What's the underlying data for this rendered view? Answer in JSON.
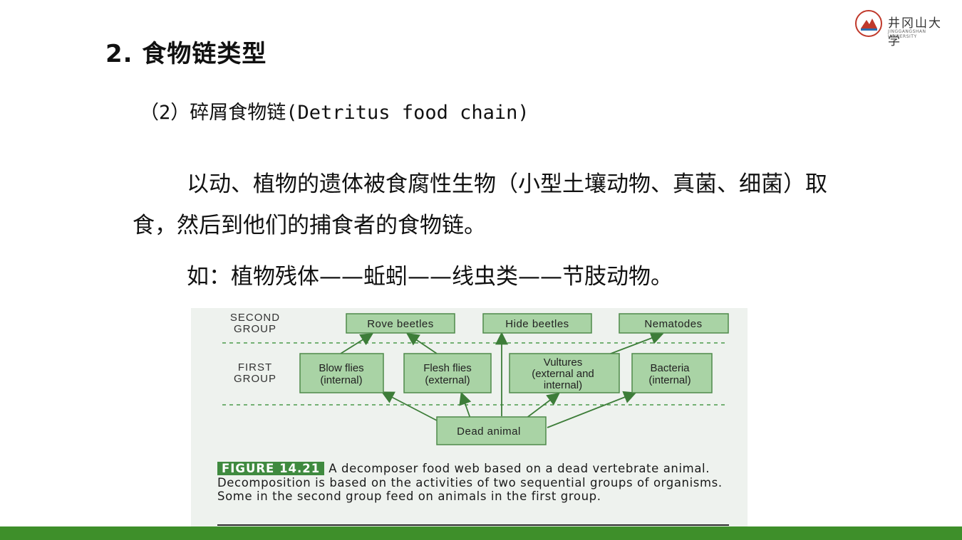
{
  "slide": {
    "title": "2. 食物链类型",
    "subtitle": "（2）碎屑食物链(Detritus food chain)",
    "paragraph1": "以动、植物的遗体被食腐性生物（小型土壤动物、真菌、细菌）取食，然后到他们的捕食者的食物链。",
    "paragraph2": "如：植物残体——蚯蚓——线虫类——节肢动物。"
  },
  "logo": {
    "name": "井冈山大学",
    "sub": "JINGGANGSHAN UNIVERSITY"
  },
  "figure": {
    "row_labels": {
      "second": "SECOND GROUP",
      "first": "FIRST GROUP"
    },
    "second_group": [
      "Rove beetles",
      "Hide beetles",
      "Nematodes"
    ],
    "first_group": [
      "Blow flies (internal)",
      "Flesh flies (external)",
      "Vultures (external and internal)",
      "Bacteria (internal)"
    ],
    "source": "Dead animal",
    "caption_label": "FIGURE 14.21",
    "caption_text": "A decomposer food web based on a dead vertebrate animal. Decomposition is based on the activities of two sequential groups of organisms. Some in the second group feed on animals in the first group."
  },
  "colors": {
    "box_fill": "#a9d3a5",
    "box_stroke": "#4f8a4a",
    "arrow": "#3d7d39",
    "band": "#3e8f2a"
  }
}
